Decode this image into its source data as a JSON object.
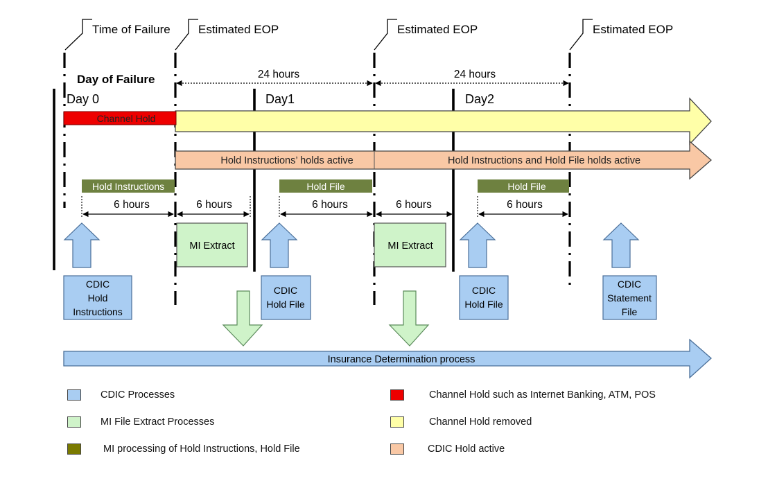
{
  "colors": {
    "cdic_blue": "#a9cdf2",
    "mi_green": "#cff3c9",
    "mi_processing_olive": "#6e8140",
    "channel_hold_red": "#ee0000",
    "channel_removed_yellow": "#ffffa8",
    "cdic_hold_peach": "#f9c8a5"
  },
  "markers": {
    "time_of_failure": "Time of Failure",
    "eop_1": "Estimated EOP",
    "eop_2": "Estimated EOP",
    "eop_3": "Estimated EOP"
  },
  "days": {
    "day_of_failure": "Day of Failure",
    "day0": "Day 0",
    "day1": "Day1",
    "day2": "Day2"
  },
  "durations": {
    "span_24h_1": "24 hours",
    "span_24h_2": "24 hours",
    "span_6h_1": "6 hours",
    "span_6h_2": "6 hours",
    "span_6h_3": "6 hours",
    "span_6h_4": "6 hours",
    "span_6h_5": "6 hours"
  },
  "bars": {
    "channel_hold": "Channel Hold",
    "hold_instructions_active": "Hold Instructions’ holds active",
    "hold_both_active": "Hold Instructions and Hold File holds active",
    "hold_instructions": "Hold Instructions",
    "hold_file_1": "Hold File",
    "hold_file_2": "Hold File",
    "insurance_determination": "Insurance Determination process"
  },
  "boxes": {
    "mi_extract_1": "MI Extract",
    "mi_extract_2": "MI Extract",
    "cdic_hold_instructions": [
      "CDIC",
      "Hold",
      "Instructions"
    ],
    "cdic_hold_file_1": [
      "CDIC",
      "Hold File"
    ],
    "cdic_hold_file_2": [
      "CDIC",
      "Hold File"
    ],
    "cdic_statement_file": [
      "CDIC",
      "Statement",
      "File"
    ]
  },
  "legend": {
    "cdic_processes": "CDIC Processes",
    "mi_file_extract": "MI File Extract Processes",
    "mi_processing": "MI processing of Hold Instructions, Hold File",
    "channel_hold": "Channel Hold such as Internet Banking, ATM, POS",
    "channel_hold_removed": "Channel Hold removed",
    "cdic_hold_active": "CDIC Hold active"
  }
}
